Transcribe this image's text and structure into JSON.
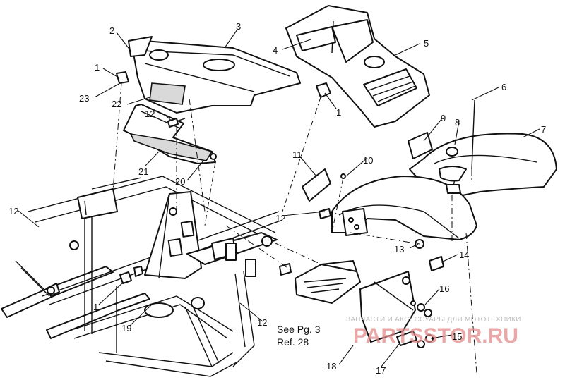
{
  "callouts": [
    {
      "id": "c1a",
      "label": "1"
    },
    {
      "id": "c2",
      "label": "2"
    },
    {
      "id": "c3",
      "label": "3"
    },
    {
      "id": "c4",
      "label": "4"
    },
    {
      "id": "c5",
      "label": "5"
    },
    {
      "id": "c6",
      "label": "6"
    },
    {
      "id": "c23",
      "label": "23"
    },
    {
      "id": "c22",
      "label": "22"
    },
    {
      "id": "c12a",
      "label": "12"
    },
    {
      "id": "c1b",
      "label": "1"
    },
    {
      "id": "c9",
      "label": "9"
    },
    {
      "id": "c8",
      "label": "8"
    },
    {
      "id": "c7",
      "label": "7"
    },
    {
      "id": "c21",
      "label": "21"
    },
    {
      "id": "c20",
      "label": "20"
    },
    {
      "id": "c11",
      "label": "11"
    },
    {
      "id": "c10",
      "label": "10"
    },
    {
      "id": "c12b",
      "label": "12"
    },
    {
      "id": "c12c",
      "label": "12"
    },
    {
      "id": "c13",
      "label": "13"
    },
    {
      "id": "c14",
      "label": "14"
    },
    {
      "id": "c1c",
      "label": "1"
    },
    {
      "id": "c16",
      "label": "16"
    },
    {
      "id": "c12d",
      "label": "12"
    },
    {
      "id": "c19",
      "label": "19"
    },
    {
      "id": "c15",
      "label": "15"
    },
    {
      "id": "c18",
      "label": "18"
    },
    {
      "id": "c17",
      "label": "17"
    }
  ],
  "note": {
    "line1": "See Pg. 3",
    "line2": "Ref. 28"
  },
  "watermark": {
    "tagline": "ЗАПЧАСТИ И АКСЕССУАРЫ ДЛЯ МОТОТЕХНИКИ",
    "logo": "PARTSSTOR.RU"
  }
}
